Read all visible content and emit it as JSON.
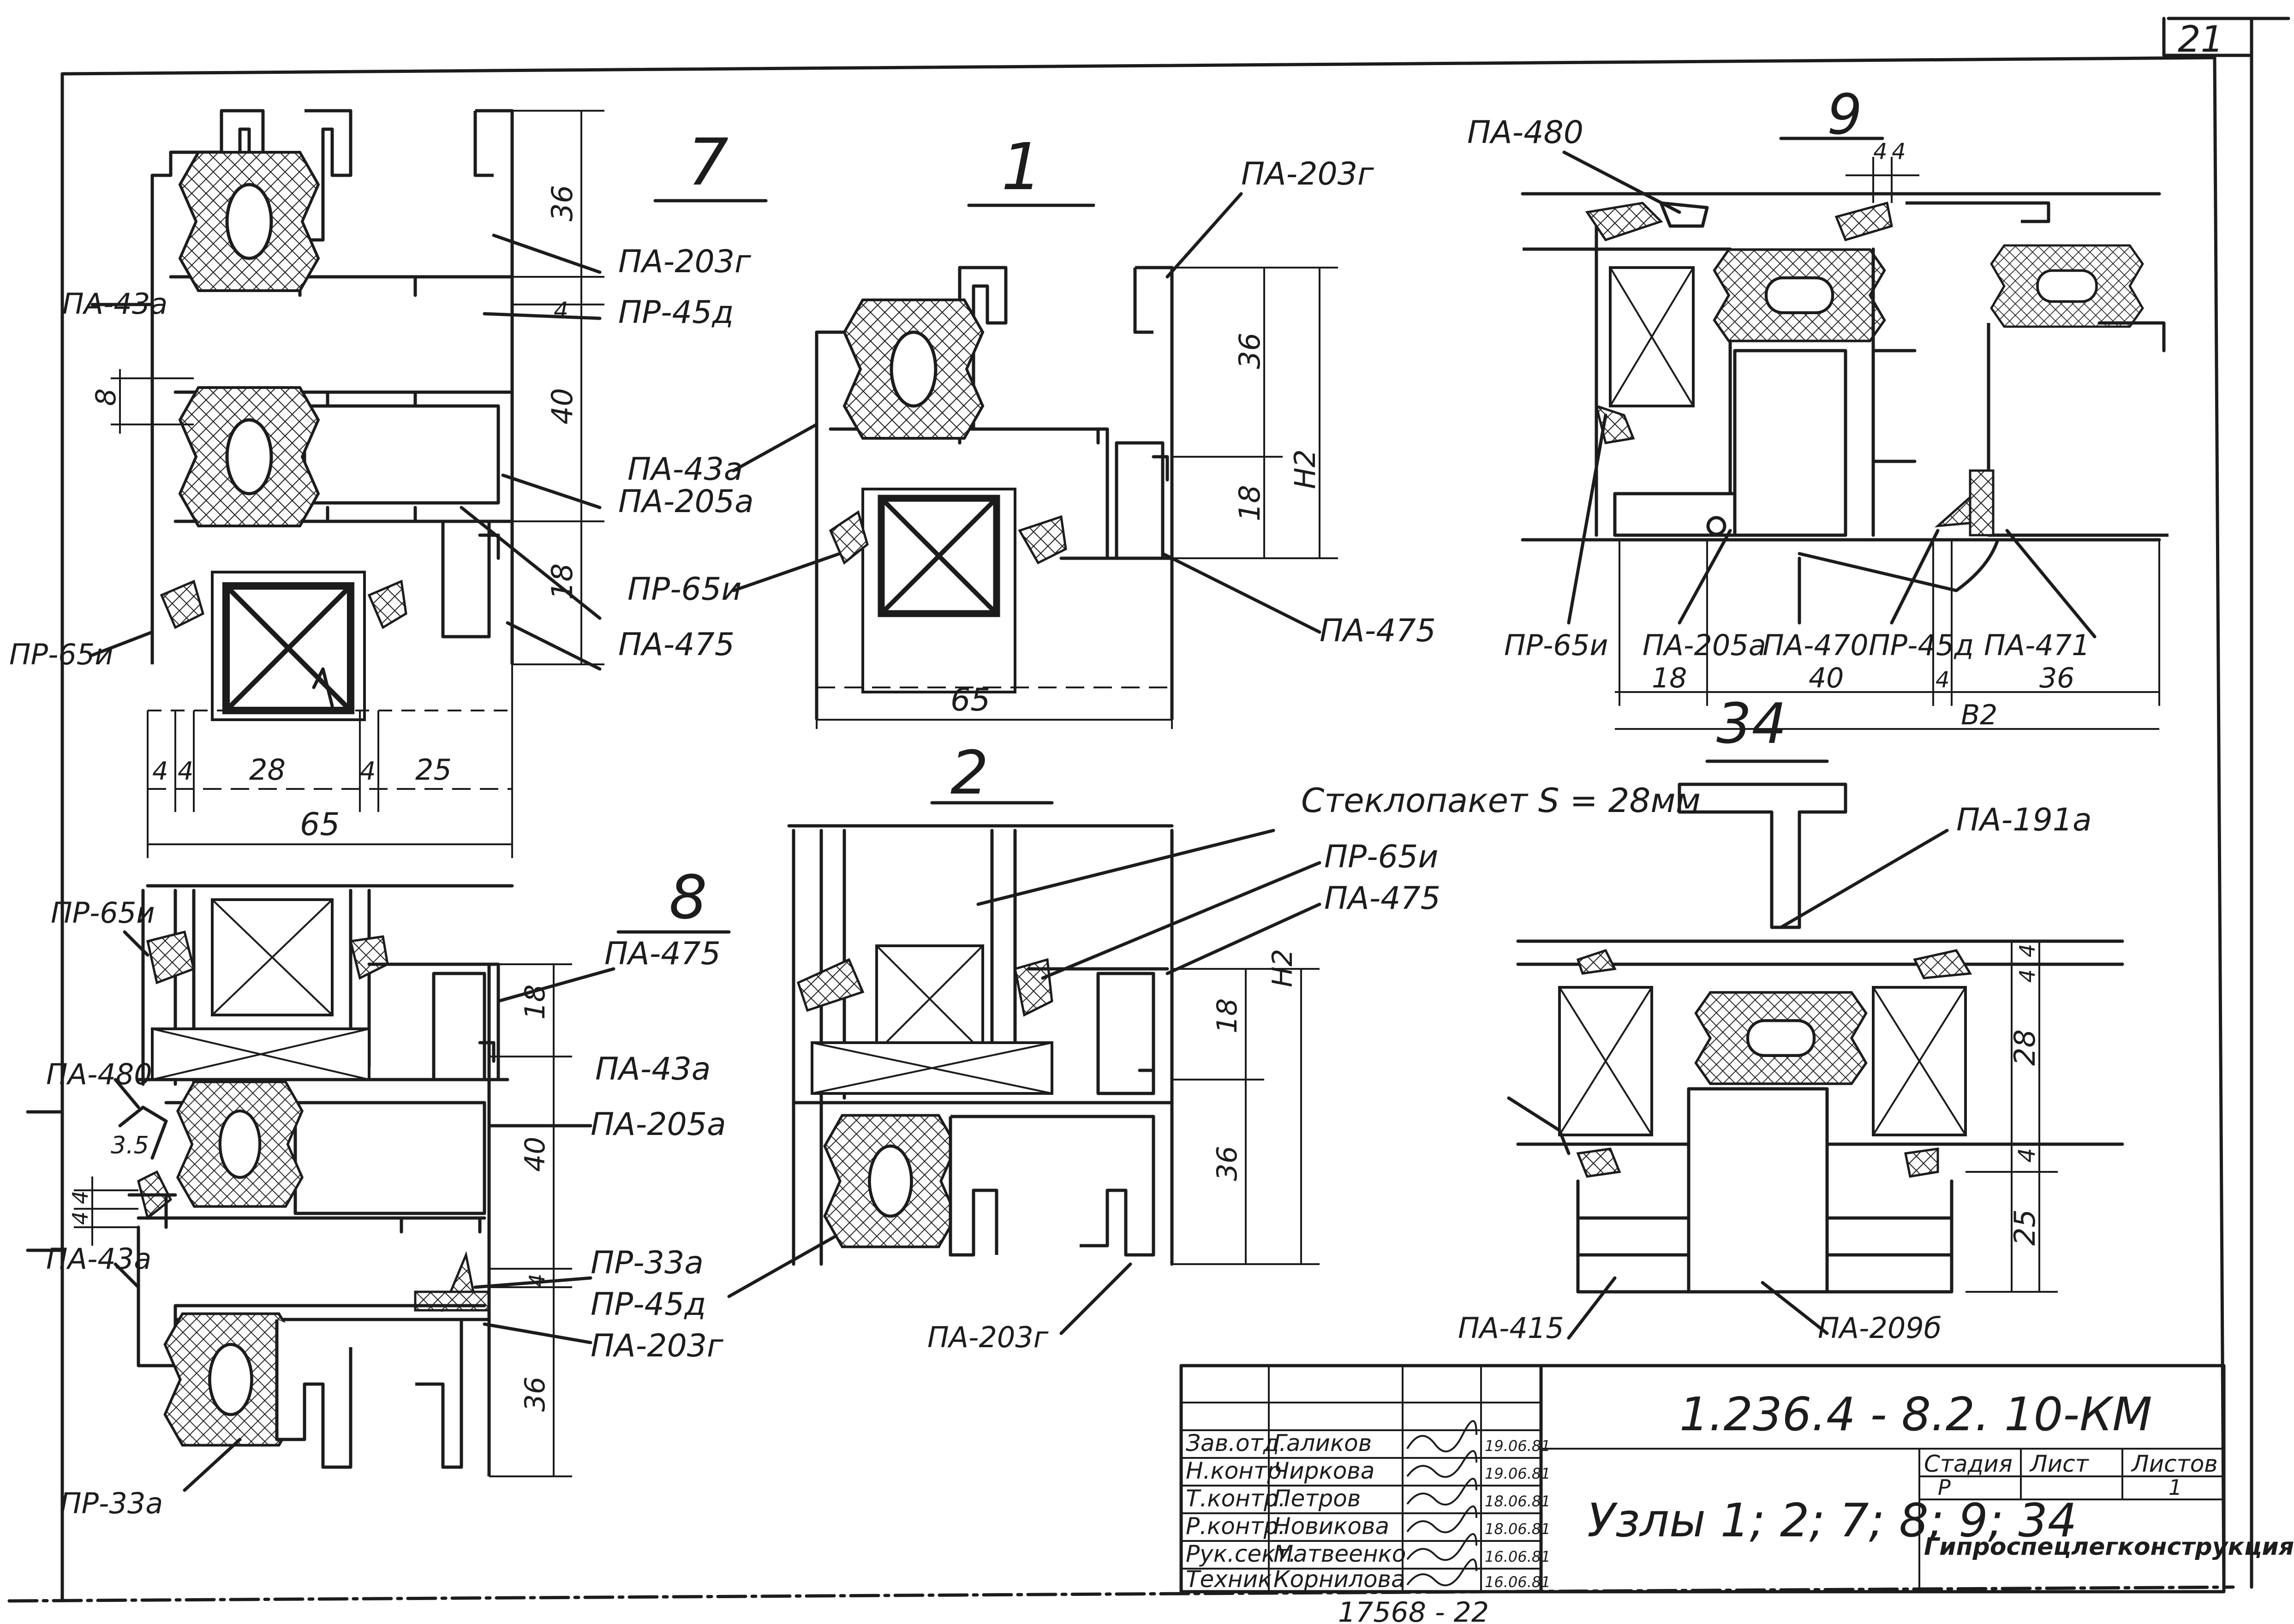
{
  "sheet": {
    "page_no": "21",
    "bottom_fragment": "17568 - 22"
  },
  "nodes": {
    "n7": {
      "title": "7",
      "labels": [
        "ПА-43а",
        "ПА-203г",
        "ПР-45д",
        "ПА-205а",
        "ПР-65и",
        "ПА-475"
      ],
      "dims": [
        "36",
        "4",
        "40",
        "18",
        "8",
        "4",
        "4",
        "28",
        "4",
        "25",
        "65"
      ]
    },
    "n1": {
      "title": "1",
      "labels": [
        "ПА-203г",
        "ПА-43а",
        "ПР-65и",
        "ПА-475"
      ],
      "dims": [
        "36",
        "18",
        "Н2",
        "65"
      ]
    },
    "n9": {
      "title": "9",
      "labels": [
        "ПА-480",
        "ПР-65и",
        "ПА-205а",
        "ПА-470",
        "ПР-45д",
        "ПА-471"
      ],
      "dims": [
        "4",
        "4",
        "18",
        "40",
        "4",
        "36",
        "В2"
      ]
    },
    "n34": {
      "title": "34",
      "labels": [
        "ПА-191а",
        "ПА-415",
        "ПА-209б"
      ],
      "dims": [
        "4",
        "4",
        "28",
        "4",
        "25"
      ]
    },
    "n8": {
      "title": "8",
      "labels": [
        "ПР-65и",
        "ПА-480",
        "ПА-43а",
        "ПА-475",
        "ПА-43а",
        "ПА-205а",
        "ПР-33а",
        "ПР-45д",
        "ПА-203г",
        "ПР-33а"
      ],
      "dims": [
        "18",
        "40",
        "3.5",
        "4",
        "4",
        "4",
        "36"
      ]
    },
    "n2": {
      "title": "2",
      "labels": [
        "Стеклопакет S = 28мм",
        "ПР-65и",
        "ПА-475",
        "ПА-203г"
      ],
      "dims": [
        "18",
        "Н2",
        "36"
      ]
    }
  },
  "title_block": {
    "code": "1.236.4 - 8.2. 10-КМ",
    "title": "Узлы 1; 2; 7; 8; 9; 34",
    "org": "Гипроспецлегконструкция",
    "col_stage": "Стадия",
    "col_sheet": "Лист",
    "col_sheets": "Листов",
    "stage": "Р",
    "sheet_no": "",
    "sheets_total": "1",
    "rows": [
      {
        "role": "Зав.отд.",
        "name": "Галиков",
        "date": "19.06.81"
      },
      {
        "role": "Н.контр.",
        "name": "Чиркова",
        "date": "19.06.81"
      },
      {
        "role": "Т.контр.",
        "name": "Петров",
        "date": "18.06.81"
      },
      {
        "role": "Р.контр.",
        "name": "Новикова",
        "date": "18.06.81"
      },
      {
        "role": "Рук.сект.",
        "name": "Матвеенко",
        "date": "16.06.81"
      },
      {
        "role": "Техник",
        "name": "Корнилова",
        "date": "16.06.81"
      }
    ]
  }
}
